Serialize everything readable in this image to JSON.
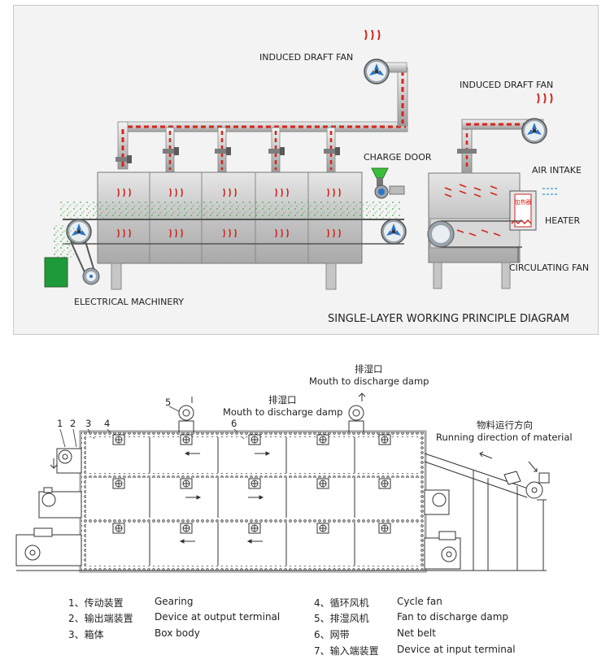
{
  "top": {
    "labels": {
      "induced_draft_fan_1": "INDUCED DRAFT FAN",
      "induced_draft_fan_2": "INDUCED DRAFT FAN",
      "charge_door": "CHARGE DOOR",
      "air_intake": "AIR INTAKE",
      "heater": "HEATER",
      "heater_cn": "加热器",
      "circulating_fan": "CIRCULATING FAN",
      "electrical_machinery": "ELECTRICAL MACHINERY",
      "title": "SINGLE-LAYER WORKING PRINCIPLE DIAGRAM"
    }
  },
  "bottom": {
    "labels": {
      "discharge_cn_1": "排湿口",
      "discharge_en_1": "Mouth to discharge damp",
      "discharge_cn_2": "排湿口",
      "discharge_en_2": "Mouth to discharge damp",
      "direction_cn": "物料运行方向",
      "direction_en": "Running direction of material",
      "n1": "1",
      "n2": "2",
      "n3": "3",
      "n4": "4",
      "n5": "5",
      "n6": "6"
    }
  },
  "legend": [
    {
      "num": "1、",
      "cn": "传动装置",
      "en": "Gearing"
    },
    {
      "num": "2、",
      "cn": "输出端装置",
      "en": "Device at output terminal"
    },
    {
      "num": "3、",
      "cn": "箱体",
      "en": "Box body"
    },
    {
      "num": "4、",
      "cn": "循环风机",
      "en": "Cycle fan"
    },
    {
      "num": "5、",
      "cn": "排湿风机",
      "en": "Fan to discharge damp"
    },
    {
      "num": "6、",
      "cn": "网带",
      "en": "Net belt"
    },
    {
      "num": "7、",
      "cn": "输入端装置",
      "en": "Device at input terminal"
    }
  ]
}
